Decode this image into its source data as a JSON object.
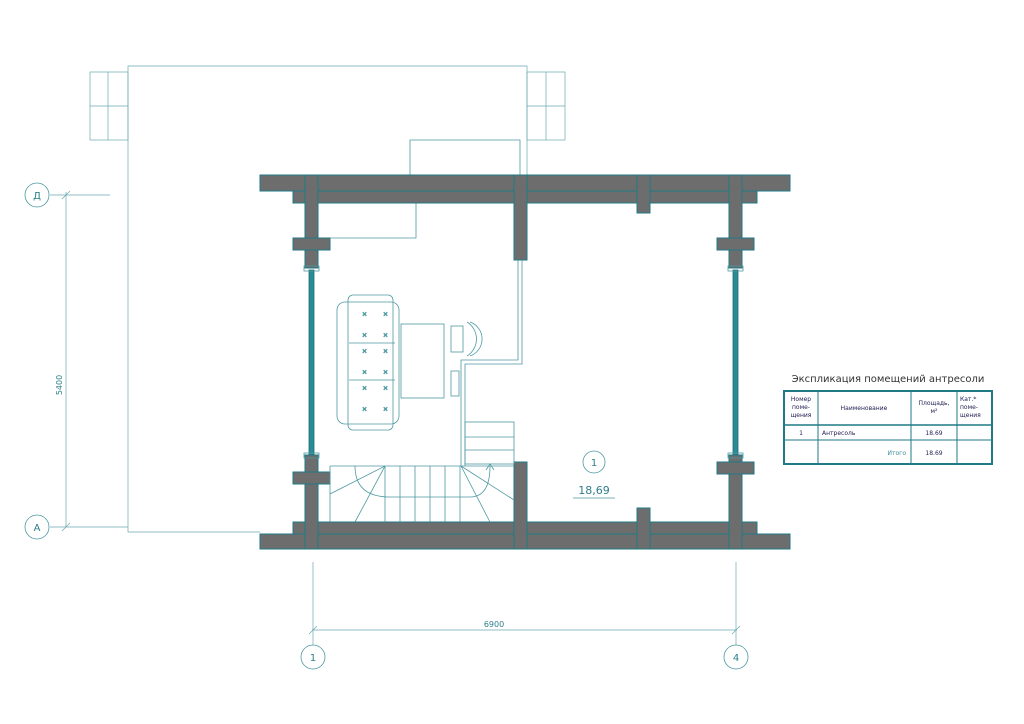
{
  "axes": {
    "rows": [
      "Д",
      "А"
    ],
    "columns": [
      "1",
      "4"
    ]
  },
  "dimensions": {
    "vertical": "5400",
    "horizontal": "6900"
  },
  "room": {
    "number": "1",
    "area": "18,69"
  },
  "explication": {
    "title": "Экспликация помещений антресоли",
    "headers": {
      "number": [
        "Номер",
        "поме-",
        "щения"
      ],
      "name": "Наименование",
      "area": [
        "Площадь,",
        "м²"
      ],
      "category": [
        "Кат.*",
        "поме-",
        "щения"
      ]
    },
    "rows": [
      {
        "number": "1",
        "name": "Антресоль",
        "area": "18.69",
        "category": ""
      }
    ],
    "total": {
      "label": "Итого",
      "area": "18.69"
    }
  },
  "colors": {
    "wall": "#6d6d6d",
    "line": "#1f7a85"
  }
}
